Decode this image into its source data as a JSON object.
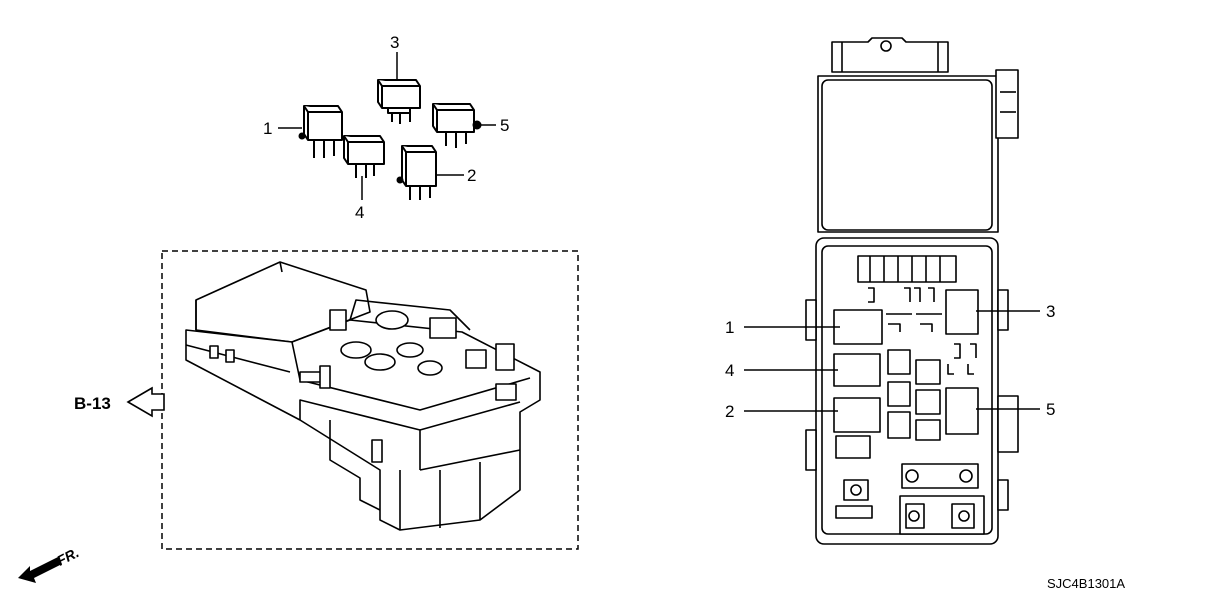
{
  "relays": {
    "top": [
      {
        "callout": "3"
      },
      {
        "callout": "1"
      },
      {
        "callout": "5"
      },
      {
        "callout": "2"
      },
      {
        "callout": "4"
      }
    ]
  },
  "box_view": {
    "callouts_left": [
      "1",
      "4",
      "2"
    ],
    "callouts_right": [
      "3",
      "5"
    ]
  },
  "reference": {
    "label": "B-13"
  },
  "front_marker": {
    "label": "FR."
  },
  "diagram_code": "SJC4B1301A",
  "colors": {
    "line": "#000000",
    "background": "#ffffff"
  }
}
